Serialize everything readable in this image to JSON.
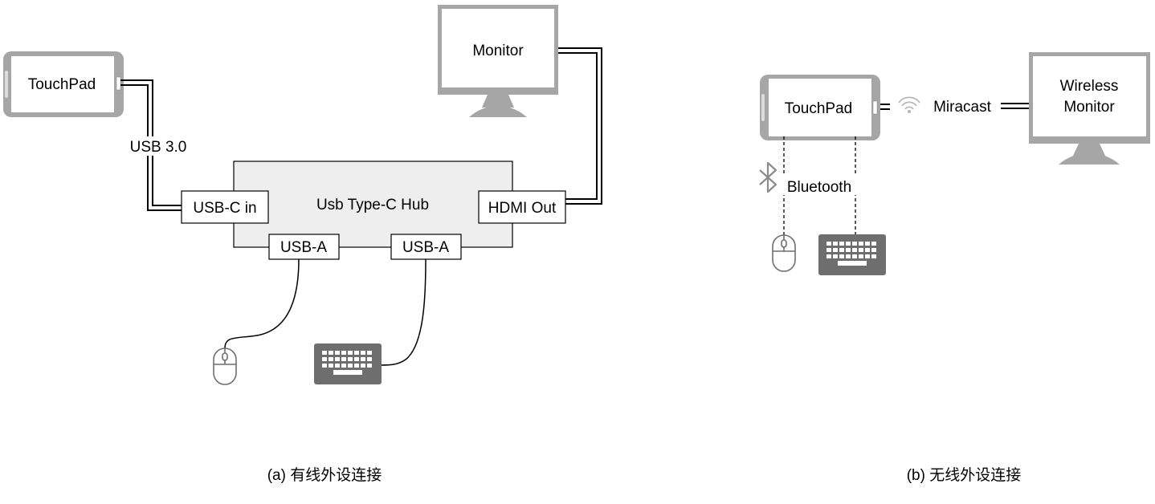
{
  "wired": {
    "touchpad_label": "TouchPad",
    "cable_label": "USB 3.0",
    "hub_label": "Usb Type-C Hub",
    "port_usbc_in": "USB-C in",
    "port_hdmi_out": "HDMI Out",
    "port_usba_1": "USB-A",
    "port_usba_2": "USB-A",
    "monitor_label": "Monitor",
    "caption": "(a) 有线外设连接"
  },
  "wireless": {
    "touchpad_label": "TouchPad",
    "miracast_label": "Miracast",
    "monitor_label_line1": "Wireless",
    "monitor_label_line2": "Monitor",
    "bluetooth_label": "Bluetooth",
    "caption": "(b) 无线外设连接"
  },
  "colors": {
    "device_gray": "#a6a6a6",
    "hub_fill": "#eeeeee",
    "keyboard_dark": "#6e6e6e",
    "line": "#000000"
  },
  "icons": [
    "tablet-icon",
    "monitor-icon",
    "mouse-icon",
    "keyboard-icon",
    "wifi-icon",
    "bluetooth-icon"
  ]
}
